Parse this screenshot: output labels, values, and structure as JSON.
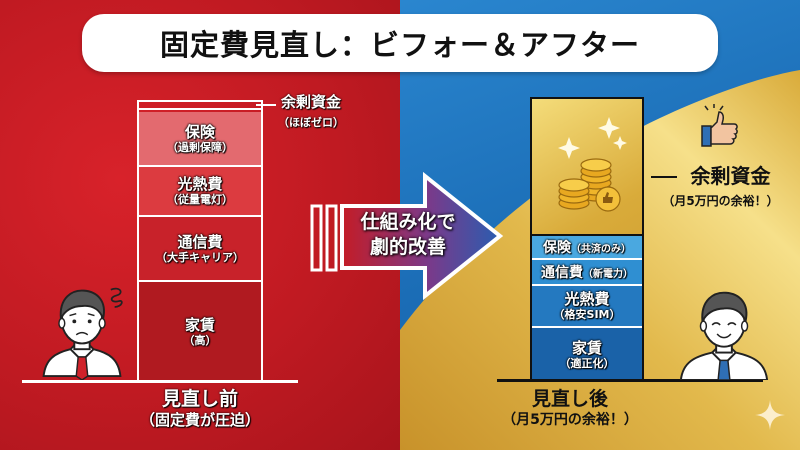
{
  "title": "固定費見直し：ビフォー＆アフター",
  "colors": {
    "before_bg": "#c01a22",
    "after_bg": "#1b6db6",
    "gold": "#d9ab3a"
  },
  "before": {
    "surplus": {
      "label": "余剰資金",
      "note": "（ほぼゼロ）"
    },
    "segments": [
      {
        "label": "保険",
        "note": "（過剰保障）",
        "color": "#e36a6f"
      },
      {
        "label": "光熱費",
        "note": "（従量電灯）",
        "color": "#dc3b40"
      },
      {
        "label": "通信費",
        "note": "（大手キャリア）",
        "color": "#c8222a"
      },
      {
        "label": "家賃",
        "note": "（高）",
        "color": "#b01a20"
      }
    ],
    "caption": {
      "label": "見直し前",
      "note": "（固定費が圧迫）"
    },
    "person_mood": "worried"
  },
  "arrow": {
    "line1": "仕組み化で",
    "line2": "劇的改善"
  },
  "after": {
    "surplus": {
      "label": "余剰資金",
      "note": "（月5万円の余裕！）"
    },
    "segments": [
      {
        "label": "保険",
        "note": "（共済のみ）",
        "color": "#4aa8e0"
      },
      {
        "label": "通信費",
        "note": "（新電力）",
        "color": "#2f8fd2"
      },
      {
        "label": "光熱費",
        "note": "（格安SIM）",
        "color": "#2479c0"
      },
      {
        "label": "家賃",
        "note": "（適正化）",
        "color": "#1a62a8"
      }
    ],
    "caption": {
      "label": "見直し後",
      "note": "（月5万円の余裕！）"
    },
    "person_mood": "happy"
  },
  "icons": {
    "coins": "coin-stack-icon",
    "thumbs_up": "thumbs-up-icon",
    "sparkle": "sparkle-icon"
  }
}
